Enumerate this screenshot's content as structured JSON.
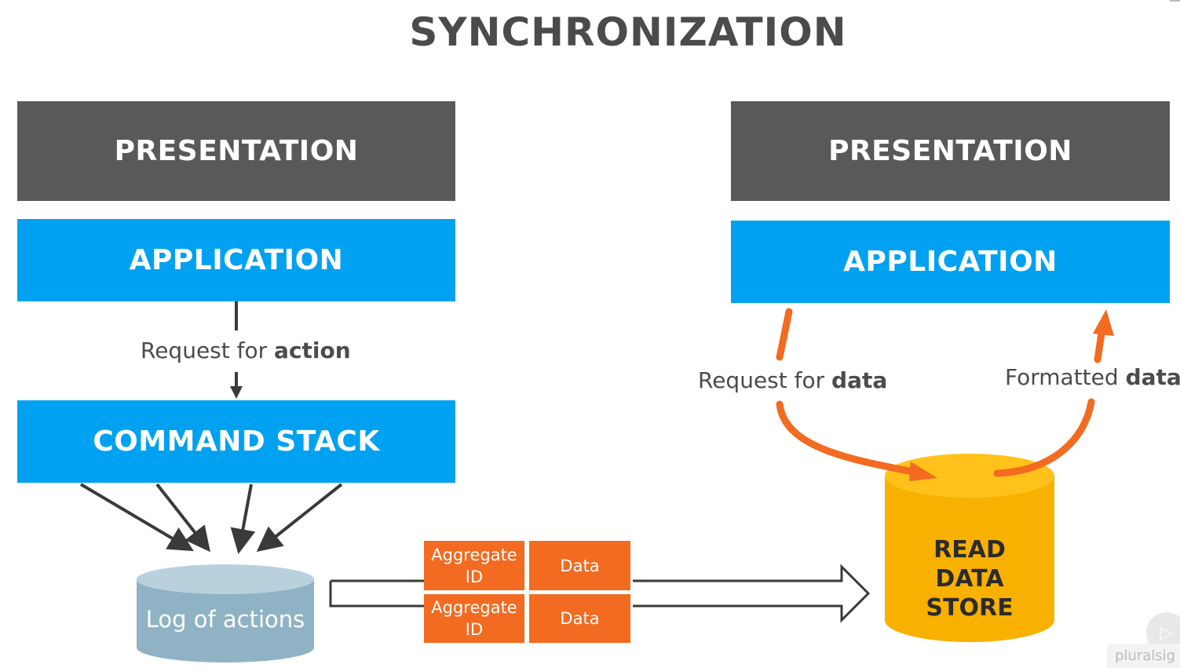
{
  "title": "SYNCHRONIZATION",
  "left": {
    "presentation": "PRESENTATION",
    "application": "APPLICATION",
    "command_stack": "COMMAND STACK",
    "request_prefix": "Request for",
    "request_bold": "action",
    "log_label": "Log of actions"
  },
  "event_table": [
    {
      "aggregate": [
        "Aggregate",
        "ID"
      ],
      "data": "Data"
    },
    {
      "aggregate": [
        "Aggregate",
        "ID"
      ],
      "data": "Data"
    }
  ],
  "right": {
    "presentation": "PRESENTATION",
    "application": "APPLICATION",
    "request_prefix": "Request for",
    "request_bold": "data",
    "formatted_prefix": "Formatted",
    "formatted_bold": "data",
    "store_lines": [
      "READ",
      "DATA",
      "STORE"
    ]
  },
  "logo_text": "pluralsig",
  "colors": {
    "dark": "#58595b",
    "blue": "#00a1f1",
    "orange": "#f26b21",
    "store_yellow": "#f8b100",
    "log_cylinder": "#8fb3c4"
  }
}
